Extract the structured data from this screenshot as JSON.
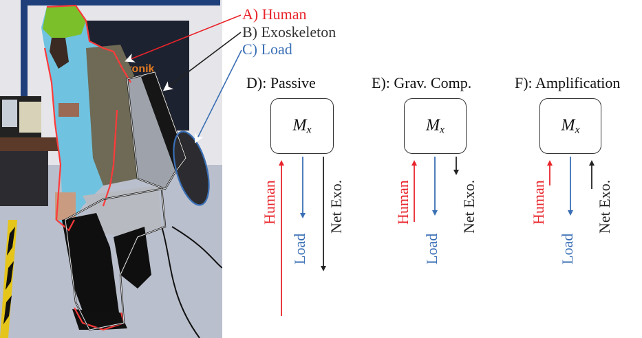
{
  "figure": {
    "photo": {
      "description": "Person wearing a lower-body exoskeleton with a backpack load, outlined in red (human), black/white (exoskeleton), and blue (load)"
    },
    "legend": [
      {
        "label": "A) Human",
        "color": "#e8242b"
      },
      {
        "label": "B) Exoskeleton",
        "color": "#333333"
      },
      {
        "label": "C) Load",
        "color": "#3a6fb5"
      }
    ],
    "panels": [
      {
        "title": "D): Passive",
        "mass_label": "M",
        "mass_sub": "x",
        "arrows": [
          {
            "label": "Human",
            "color": "#e8242b",
            "direction": "up",
            "length": "long"
          },
          {
            "label": "Load",
            "color": "#3a6fb5",
            "direction": "down",
            "length": "medium"
          },
          {
            "label": "Net Exo.",
            "color": "#222222",
            "direction": "down",
            "length": "long"
          }
        ]
      },
      {
        "title": "E): Grav. Comp.",
        "mass_label": "M",
        "mass_sub": "x",
        "arrows": [
          {
            "label": "Human",
            "color": "#e8242b",
            "direction": "up",
            "length": "medium"
          },
          {
            "label": "Load",
            "color": "#3a6fb5",
            "direction": "down",
            "length": "medium"
          },
          {
            "label": "Net Exo.",
            "color": "#222222",
            "direction": "down",
            "length": "short"
          }
        ]
      },
      {
        "title": "F): Amplification",
        "mass_label": "M",
        "mass_sub": "x",
        "arrows": [
          {
            "label": "Human",
            "color": "#e8242b",
            "direction": "up",
            "length": "short"
          },
          {
            "label": "Load",
            "color": "#3a6fb5",
            "direction": "down",
            "length": "medium"
          },
          {
            "label": "Net Exo.",
            "color": "#222222",
            "direction": "up",
            "length": "short"
          }
        ]
      }
    ]
  }
}
